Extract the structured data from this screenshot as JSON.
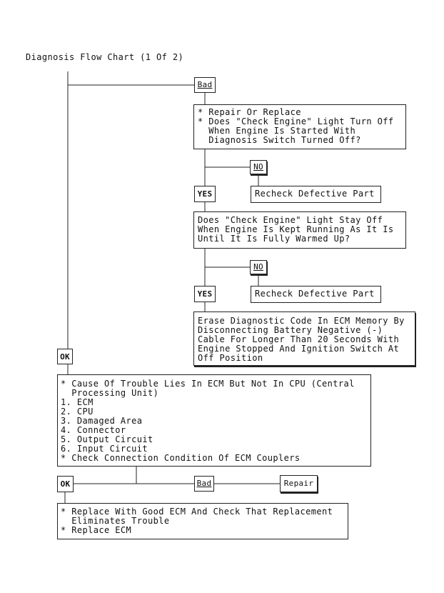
{
  "title": "Diagnosis Flow Chart (1 Of 2)",
  "tags": {
    "bad1": "Bad",
    "no1": "NO",
    "yes1": "YES",
    "no2": "NO",
    "yes2": "YES",
    "ok1": "OK",
    "ok2": "OK",
    "bad2": "Bad",
    "repair": "Repair"
  },
  "boxes": {
    "step1": "* Repair Or Replace\n* Does \"Check Engine\" Light Turn Off\n  When Engine Is Started With\n  Diagnosis Switch Turned Off?",
    "recheck1": "Recheck Defective Part",
    "step2": "Does \"Check Engine\" Light Stay Off\nWhen Engine Is Kept Running As It Is\nUntil It Is Fully Warmed Up?",
    "recheck2": "Recheck Defective Part",
    "step3": "Erase Diagnostic Code In ECM Memory By\nDisconnecting Battery Negative (-)\nCable For Longer Than 20 Seconds With\nEngine Stopped And Ignition Switch At\nOff Position",
    "cause": "* Cause Of Trouble Lies In ECM But Not In CPU (Central\n  Processing Unit)\n1. ECM\n2. CPU\n3. Damaged Area\n4. Connector\n5. Output Circuit\n6. Input Circuit\n* Check Connection Condition Of ECM Couplers",
    "replace": "* Replace With Good ECM And Check That Replacement\n  Eliminates Trouble\n* Replace ECM"
  }
}
